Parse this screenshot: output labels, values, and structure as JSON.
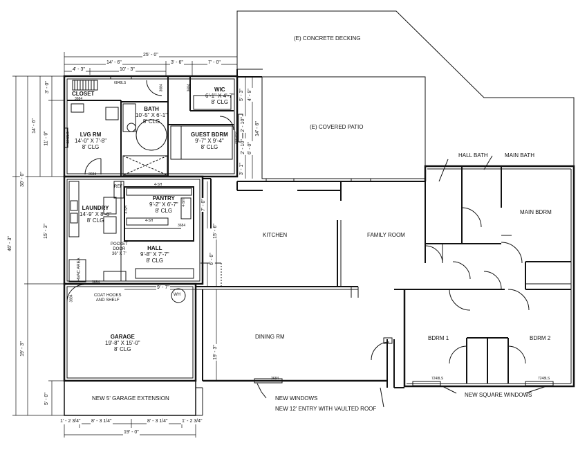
{
  "rooms": {
    "lvg_rm": {
      "name": "LVG RM",
      "size": "14'-0\" X 7'-8\"",
      "clg": "8' CLG"
    },
    "closet": {
      "name": "CLOSET"
    },
    "bath": {
      "name": "BATH",
      "size": "10'-5\" X 6'-1\"",
      "clg": "8' CLG"
    },
    "wic": {
      "name": "WIC",
      "size": "6'-1\" X 4'-7\"",
      "clg": "8' CLG"
    },
    "guest_bdrm": {
      "name": "GUEST BDRM",
      "size": "9'-7\" X 9'-4\"",
      "clg": "8' CLG"
    },
    "pantry": {
      "name": "PANTRY",
      "size": "9'-2\" X 6'-7\"",
      "clg": "8' CLG"
    },
    "laundry": {
      "name": "LAUNDRY",
      "size": "14'-9\" X 8'-6\"",
      "clg": "8' CLG"
    },
    "hall": {
      "name": "HALL",
      "size": "9'-8\" X 7'-7\"",
      "clg": "8' CLG"
    },
    "garage": {
      "name": "GARAGE",
      "size": "19'-8\" X 15'-0\"",
      "clg": "8' CLG"
    },
    "kitchen": {
      "name": "KITCHEN"
    },
    "family_room": {
      "name": "FAMILY ROOM"
    },
    "dining_rm": {
      "name": "DINING RM"
    },
    "main_bdrm": {
      "name": "MAIN BDRM"
    },
    "bdrm_1": {
      "name": "BDRM 1"
    },
    "bdrm_2": {
      "name": "BDRM 2"
    },
    "hall_bath": {
      "name": "HALL BATH"
    },
    "main_bath": {
      "name": "MAIN BATH"
    },
    "hvac_area": {
      "name": "HVAC AREA"
    }
  },
  "notes": {
    "concrete_decking": "(E) CONCRETE DECKING",
    "covered_patio": "(E) COVERED PATIO",
    "garage_extension": "NEW 5' GARAGE EXTENSION",
    "new_windows": "NEW WINDOWS",
    "new_entry": "NEW 12' ENTRY WITH VAULTED ROOF",
    "new_square_windows": "NEW SQUARE WINDOWS",
    "pocket_door_1": "POCKET",
    "pocket_door_2": "DOOR",
    "pocket_door_3": "36\" X 7'",
    "coat_hooks_1": "COAT HOOKS",
    "coat_hooks_2": "AND SHELF",
    "wh": "WH",
    "ref": "REF"
  },
  "dimensions": {
    "top_overall": "25' - 0\"",
    "top_left": "14' - 6\"",
    "top_mid": "3' - 6\"",
    "top_right": "7' - 0\"",
    "top_sub_left": "4' - 3\"",
    "top_sub_right": "10' - 3\"",
    "left_overall": "46' - 3\"",
    "left_30": "30' - 0\"",
    "left_19": "19' - 3\"",
    "left_14": "14' - 6\"",
    "left_15": "15' - 3\"",
    "left_3": "3' - 0\"",
    "left_11": "11' - 9\"",
    "left_5": "5' - 0\"",
    "guest_14": "14' - 6\"",
    "guest_5": "5' - 3\"",
    "guest_4": "4' - 9\"",
    "guest_2a": "2' - 10\"",
    "guest_6": "6' - 0\"",
    "guest_2b": "2' - 10\"",
    "guest_3": "3' - 1\"",
    "pantry_7": "7' - 0\"",
    "pantry_15": "15' - 6\"",
    "hall_6": "6' - 0\"",
    "dining_19": "19' - 3\"",
    "hall_9": "9' - 7\"",
    "bottom_19": "19' - 0\"",
    "bottom_a": "1' - 2 3/4\"",
    "bottom_b": "8' - 3 1/4\"",
    "bottom_c": "8' - 3 1/4\"",
    "bottom_d": "1' - 2 3/4\""
  },
  "tags": {
    "win_6848": "6848LS",
    "door_3684_a": "3684",
    "door_3684_b": "3684",
    "door_3684_c": "3684",
    "door_3684_d": "3684",
    "door_3684_e": "3684",
    "door_3684_f": "3684",
    "door_3684_g": "3684",
    "door_3684_h": "3684",
    "win_7248_a": "7248LS",
    "win_7248_b": "7248LS",
    "shelf_4sh_a": "4-SH",
    "shelf_4sh_b": "4-SH",
    "shelf_4sh_c": "4-SH",
    "shelf_4sh_d": "4-SH",
    "lvg_win": "6848LS",
    "guest_win": "6884RS"
  }
}
